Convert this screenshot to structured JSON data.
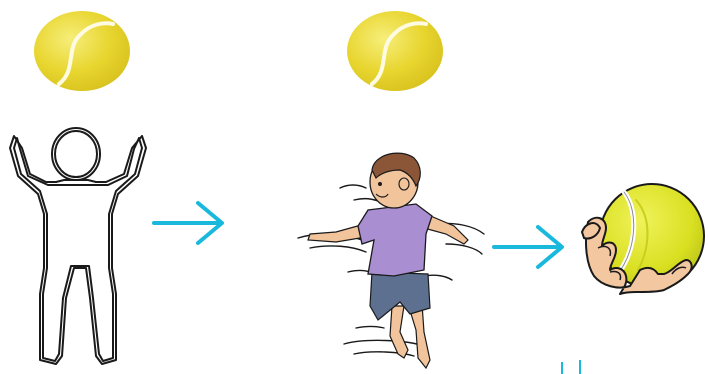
{
  "illustration": {
    "steps": [
      {
        "icon": "tennis-ball-icon",
        "figure": "person-arms-raised-outline"
      },
      {
        "icon": "tennis-ball-icon",
        "figure": "child-spinning"
      },
      {
        "figure": "hand-catching-ball"
      }
    ],
    "connectors": [
      "arrow-right-icon",
      "arrow-right-icon"
    ]
  },
  "colors": {
    "ball_yellow": "#e6d42b",
    "ball_highlight": "#f4e960",
    "ball_seam": "#ffffff",
    "arrow": "#1bb8dd",
    "outline": "#1a1a1a",
    "shirt": "#a98ed2",
    "shorts": "#5d7090",
    "skin": "#f2c49b",
    "hair": "#8a5637",
    "catch_ball": "#d9e021",
    "catch_ball_shade": "#bcc41a"
  }
}
